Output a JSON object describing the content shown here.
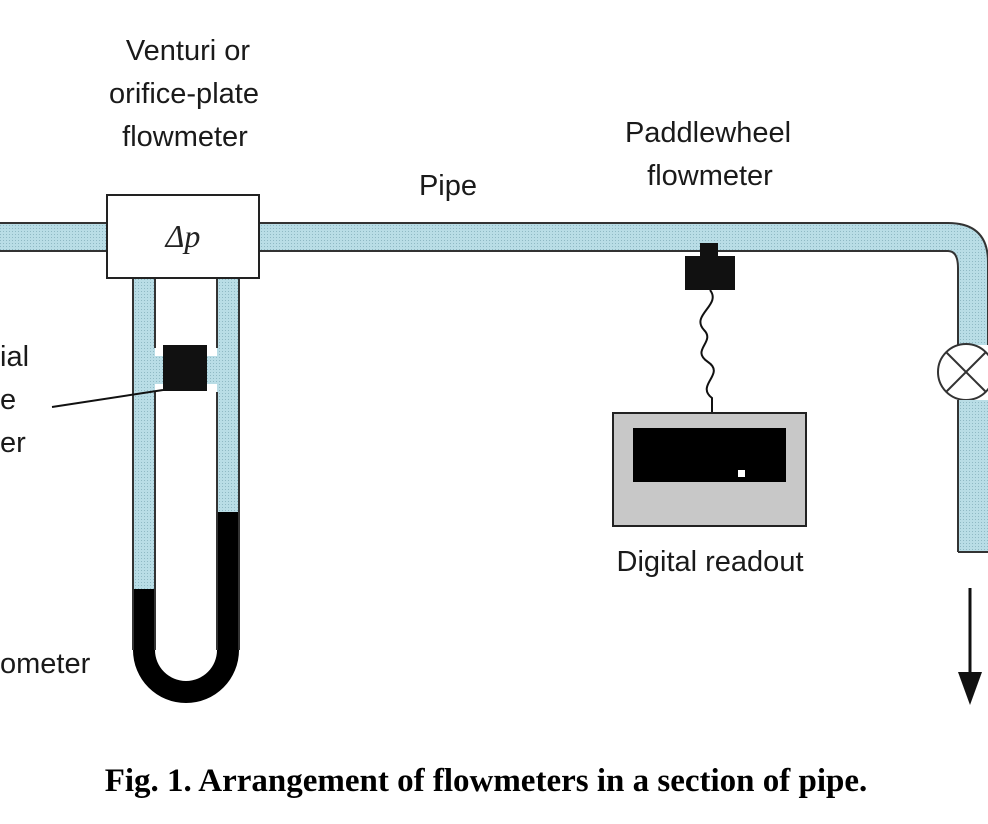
{
  "labels": {
    "venturi_line1": "Venturi or",
    "venturi_line2": "orifice-plate",
    "venturi_line3": "flowmeter",
    "delta_p": "Δp",
    "pipe": "Pipe",
    "paddlewheel_line1": "Paddlewheel",
    "paddlewheel_line2": "flowmeter",
    "digital_readout": "Digital readout",
    "differential_line1": "ial",
    "differential_line2": "e",
    "differential_line3": "er",
    "manometer": "ometer"
  },
  "caption": "Fig. 1.  Arrangement of flowmeters in a section of pipe.",
  "colors": {
    "pipe_fill": "#b9dde6",
    "pipe_edge": "#333333",
    "manometer_fluid": "#000000",
    "readout_body": "#c8c8c8",
    "readout_screen": "#000000"
  }
}
